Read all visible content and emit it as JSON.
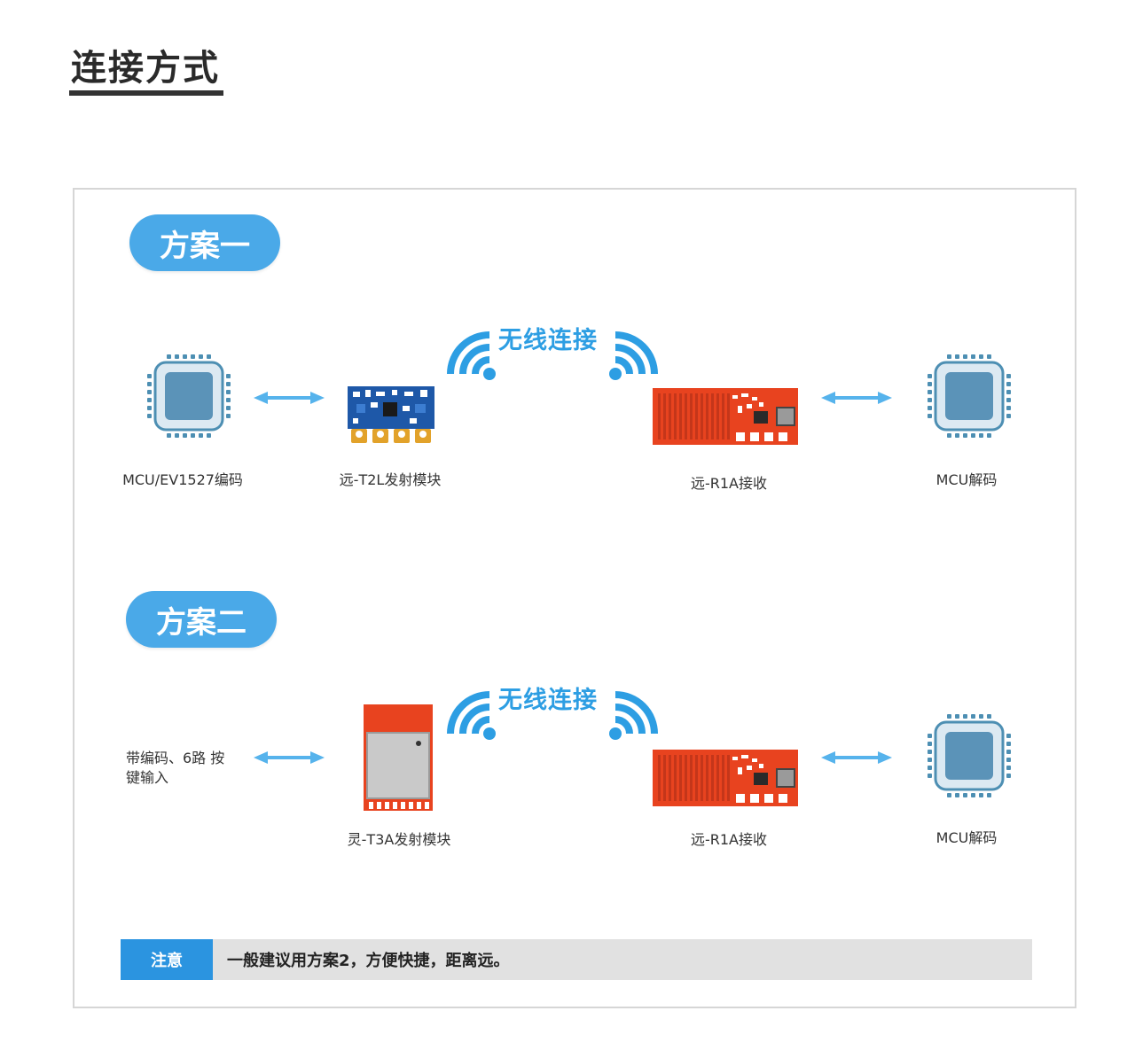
{
  "header": {
    "title": "连接方式"
  },
  "scheme1": {
    "label": "方案一",
    "wireless_label": "无线连接",
    "mcu_encoder_label": "MCU/EV1527编码",
    "transmitter_label": "远-T2L发射模块",
    "receiver_label": "远-R1A接收",
    "mcu_decoder_label": "MCU解码"
  },
  "scheme2": {
    "label": "方案二",
    "wireless_label": "无线连接",
    "input_label": "带编码、6路 按键输入",
    "transmitter_label": "灵-T3A发射模块",
    "receiver_label": "远-R1A接收",
    "mcu_decoder_label": "MCU解码"
  },
  "note": {
    "tag": "注意",
    "text": "一般建议用方案2，方便快捷，距离远。"
  },
  "colors": {
    "pill_blue": "#4aa9e8",
    "arrow_blue": "#56b3ec",
    "wifi_blue": "#2d9ee3",
    "chip_blue": "#4d8fb3",
    "pcb_red": "#e8431f",
    "pcb_blue": "#1e58a8",
    "note_tag_blue": "#2b94e0"
  }
}
